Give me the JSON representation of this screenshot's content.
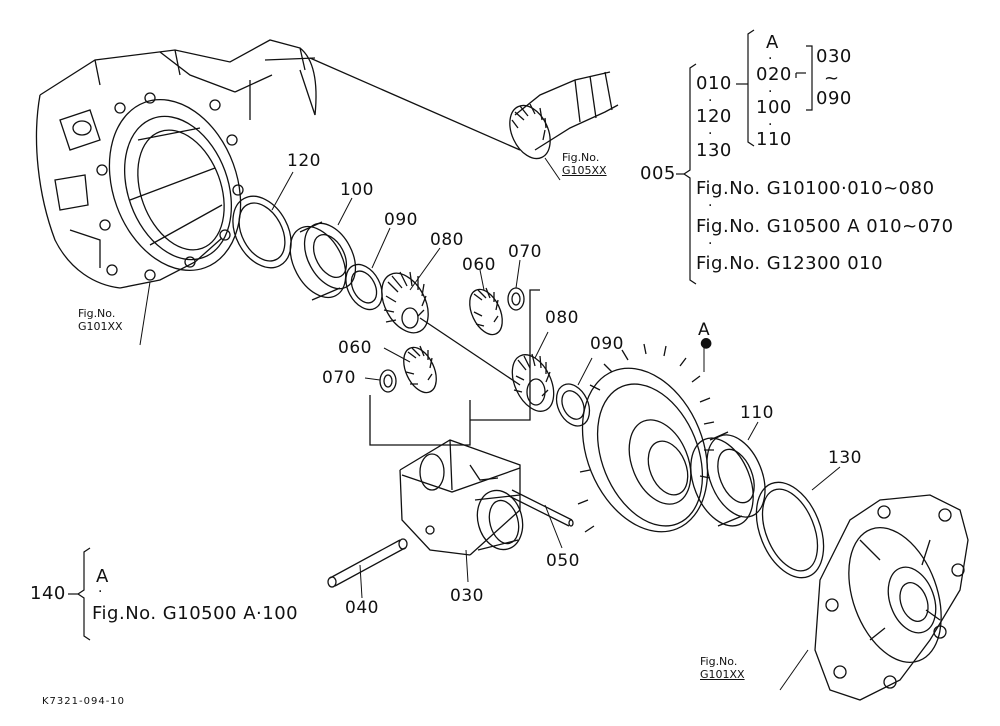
{
  "parts": {
    "p120": "120",
    "p100": "100",
    "p090a": "090",
    "p080a": "080",
    "p060a": "060",
    "p070a": "070",
    "p080b": "080",
    "p090b": "090",
    "p060b": "060",
    "p070b": "070",
    "p110": "110",
    "p130": "130",
    "p050": "050",
    "p040": "040",
    "p030": "030"
  },
  "figrefs": {
    "g105": {
      "line1": "Fig.No.",
      "line2": "G105XX"
    },
    "g101_left": {
      "line1": "Fig.No.",
      "line2": "G101XX"
    },
    "g101_right": {
      "line1": "Fig.No.",
      "line2": "G101XX"
    }
  },
  "marker_a": "A",
  "assembly_005": {
    "code": "005",
    "items": [
      "010",
      "120",
      "130"
    ],
    "group_a": "A",
    "group_items": [
      "020",
      "100",
      "110"
    ],
    "range_start": "030",
    "range_sym": "~",
    "range_end": "090",
    "refs": [
      "Fig.No.  G10100·010~080",
      "Fig.No.  G10500  A  010~070",
      "Fig.No.  G12300  010"
    ]
  },
  "assembly_140": {
    "code": "140",
    "group_a": "A",
    "ref": "Fig.No.  G10500  A·100"
  },
  "doc_code": "K7321-094-10"
}
